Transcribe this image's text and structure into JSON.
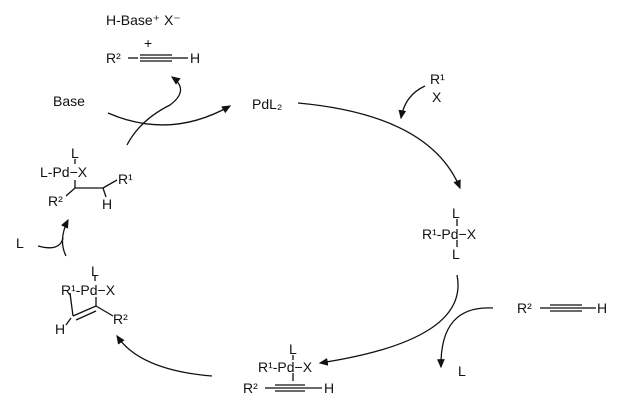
{
  "title": "Sonogashira copper-free catalytic cycle",
  "reagents_top": {
    "salt": "H-Base⁺ X⁻",
    "plus": "+",
    "alkyne_r": "R²",
    "alkyne_h": "H"
  },
  "base": "Base",
  "catalyst": "PdL₂",
  "aryl_halide": {
    "r": "R¹",
    "x": "X"
  },
  "oxidative_addition_complex": {
    "top_l": "L",
    "center": "R¹-Pd−X",
    "bottom_l": "L"
  },
  "alkyne_reagent": {
    "r": "R²",
    "h": "H"
  },
  "released_ligand_right": "L",
  "pi_complex": {
    "top_l": "L",
    "center": "R¹-Pd−X",
    "alkyne_r": "R²",
    "alkyne_h": "H"
  },
  "insertion_complex": {
    "top_l": "L",
    "center": "R¹-Pd−X",
    "h": "H",
    "r2": "R²"
  },
  "ligand_left": "L",
  "elimination_complex": {
    "top_l": "L",
    "center": "L-Pd−X",
    "r1": "R¹",
    "r2": "R²",
    "h": "H"
  }
}
